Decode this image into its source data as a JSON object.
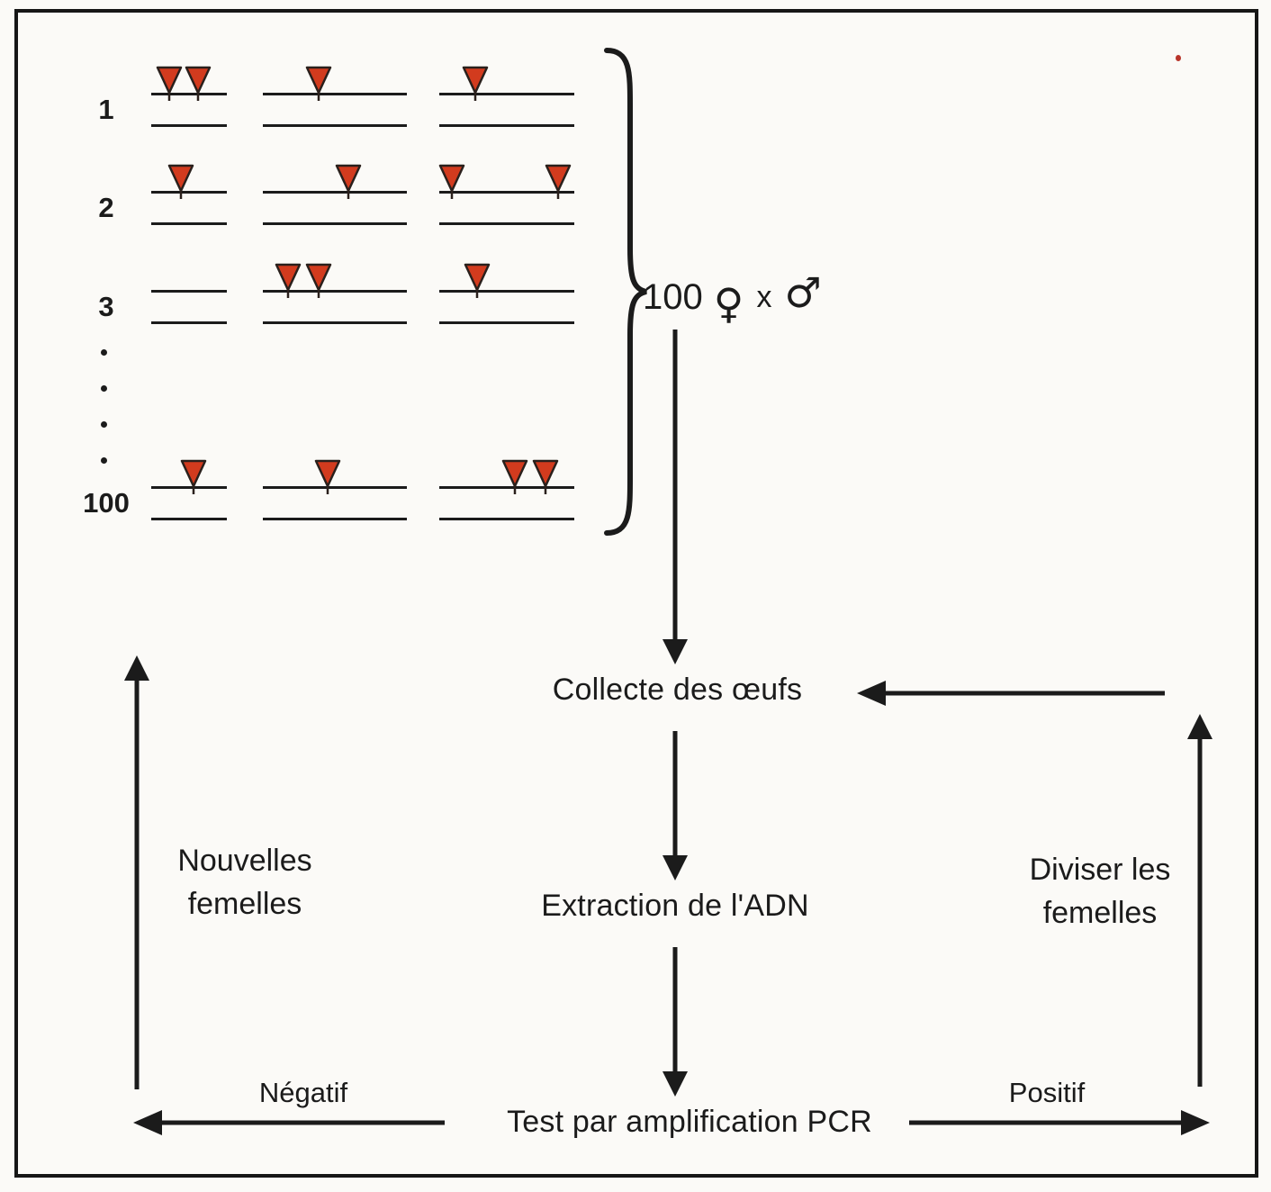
{
  "palette": {
    "ink": "#1b1b1b",
    "triangle_fill": "#d23b1e",
    "triangle_stroke": "#2a201c",
    "background": "#fbfaf7"
  },
  "insertion_panel": {
    "rows": [
      {
        "label": "1",
        "groups": [
          [
            20,
            52
          ],
          [
            62
          ],
          [
            40
          ]
        ]
      },
      {
        "label": "2",
        "groups": [
          [
            33
          ],
          [
            95
          ],
          [
            14,
            132
          ]
        ]
      },
      {
        "label": "3",
        "groups": [
          [],
          [
            28,
            62
          ],
          [
            42
          ]
        ]
      },
      {
        "label": "100",
        "groups": [
          [
            47
          ],
          [
            72
          ],
          [
            84,
            118
          ]
        ]
      }
    ],
    "ellipsis_dot_count": 4
  },
  "cross": {
    "count": "100",
    "female_symbol": "♀",
    "times_symbol": "x",
    "male_symbol": "♂"
  },
  "flow": {
    "collect_label": "Collecte des œufs",
    "extract_label": "Extraction de l'ADN",
    "pcr_label": "Test par amplification PCR",
    "negative_label": "Négatif",
    "positive_label": "Positif",
    "new_females_line1": "Nouvelles",
    "new_females_line2": "femelles",
    "divide_females_line1": "Diviser les",
    "divide_females_line2": "femelles"
  }
}
